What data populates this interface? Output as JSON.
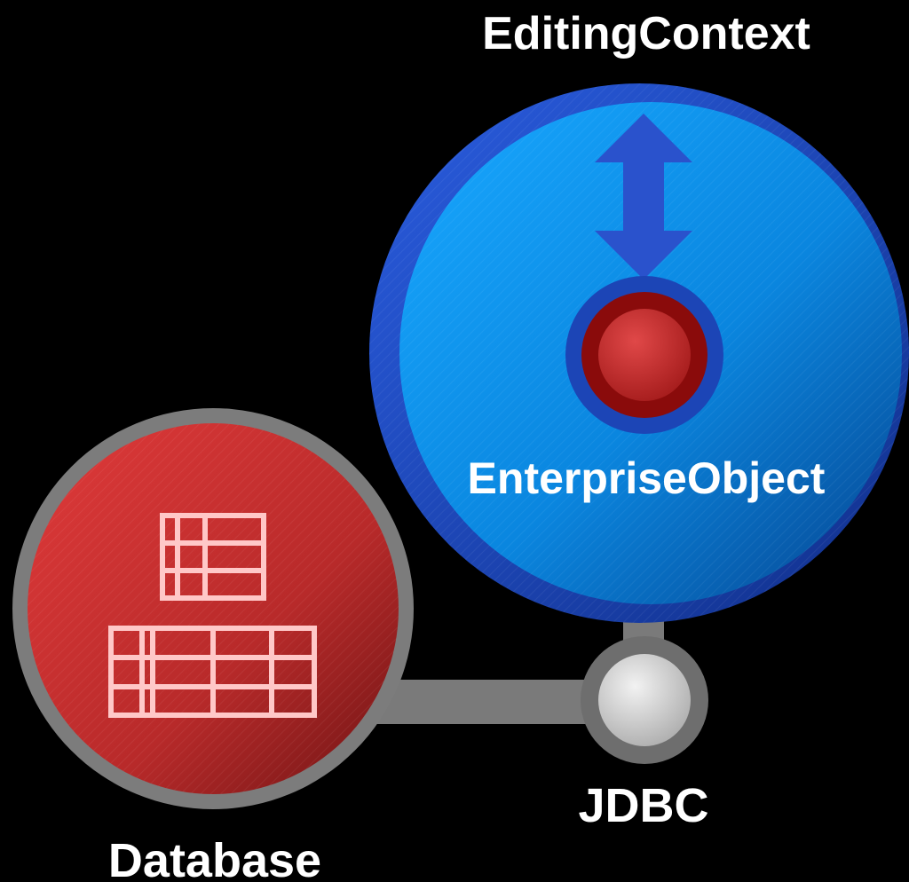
{
  "labels": {
    "editing_context": "EditingContext",
    "enterprise_object": "EnterpriseObject",
    "jdbc": "JDBC",
    "database": "Database"
  },
  "colors": {
    "background": "#000000",
    "context_ring": "#1f4fc4",
    "context_fill": "#0a8ee6",
    "arrow": "#2a52cc",
    "object_ring": "#1c45b6",
    "object_outer": "#8a0b0b",
    "object_inner": "#d03434",
    "connector_gray": "#7a7a7a",
    "jdbc_knob": "#d9d9d9",
    "database_ring": "#7c7c7c",
    "database_fill": "#c12b2b",
    "table_icon": "#ffc8c8",
    "label_text": "#ffffff"
  },
  "icons": [
    "double-arrow-icon",
    "enterprise-object-icon",
    "jdbc-connector-icon",
    "table-grid-icon"
  ]
}
